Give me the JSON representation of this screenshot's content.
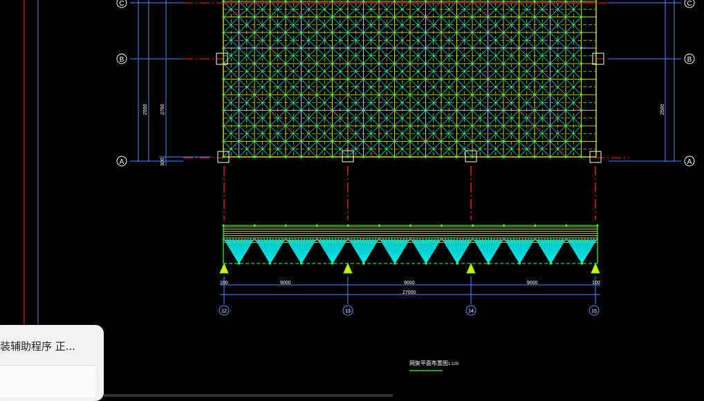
{
  "drawing": {
    "grid_labels_rows": {
      "top": "C",
      "middle": "B",
      "bottom": "A"
    },
    "grid_labels_cols": [
      "12",
      "13",
      "14",
      "15"
    ],
    "dims_left": [
      "2500",
      "2700",
      "300"
    ],
    "dims_right": [
      "2500"
    ],
    "dims_bottom": [
      "100",
      "9000",
      "9000",
      "9000",
      "100"
    ],
    "dim_total": "27000",
    "title": "网架平面布置图",
    "scale": "1:100",
    "colors": {
      "background": "#000000",
      "axis_red": "#ff2020",
      "grid_green": "#40ff40",
      "member_cyan": "#00e5e5",
      "chord_yellow": "#ffff40",
      "dim_blue": "#4a8cff",
      "white": "#ffffff"
    }
  },
  "notification": {
    "text": "装辅助程序 正..."
  }
}
